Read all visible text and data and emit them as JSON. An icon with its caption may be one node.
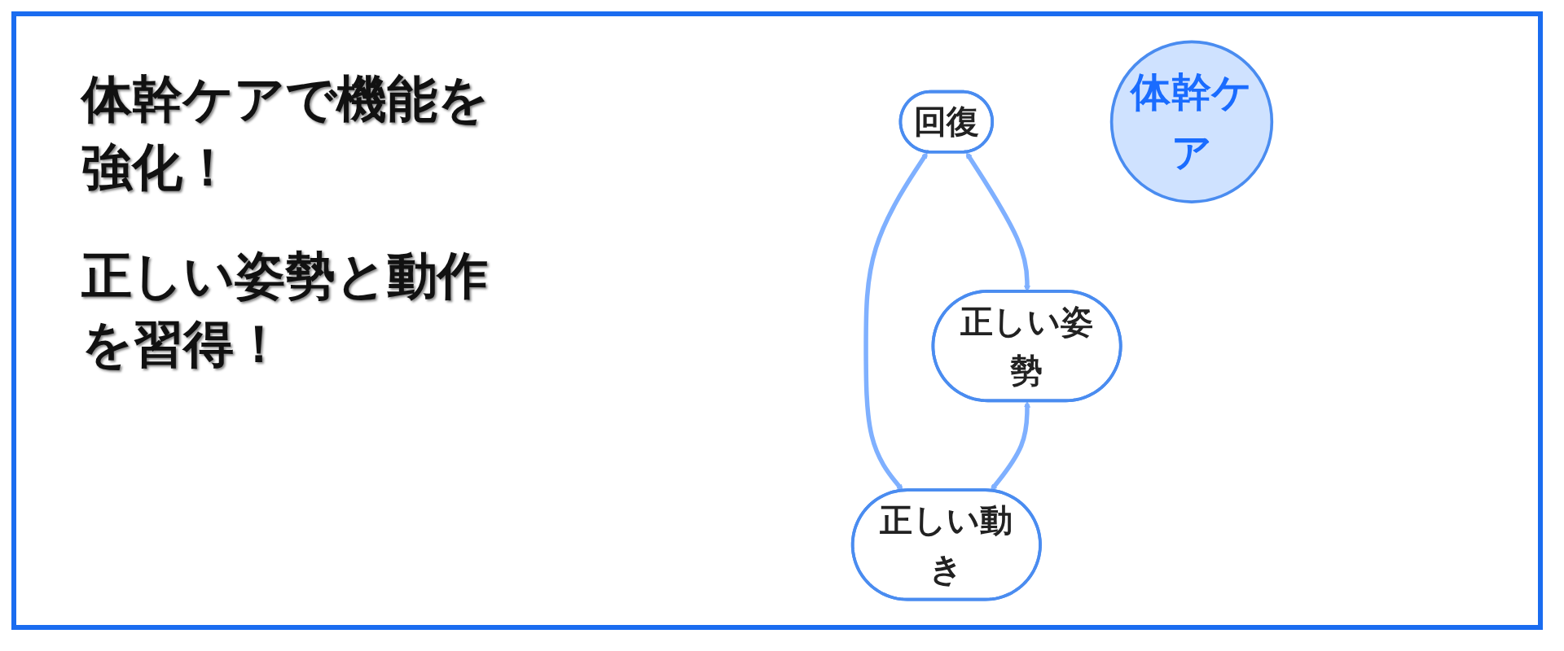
{
  "diagram": {
    "nodes": [
      {
        "text": [
          "回復"
        ]
      },
      {
        "text": [
          "体幹ケア"
        ]
      },
      {
        "text": [
          "正しい姿勢"
        ]
      },
      {
        "text": [
          "正しい動き"
        ]
      }
    ],
    "edges": [
      {
        "from": 0,
        "to": 2,
        "arrow": "both"
      },
      {
        "from": 0,
        "to": 3,
        "arrow": "both"
      },
      {
        "from": 2,
        "to": 3,
        "arrow": "both"
      }
    ],
    "labels": [
      "体幹ケアで機能を強化！",
      "正しい姿勢と動作を習得！"
    ]
  }
}
